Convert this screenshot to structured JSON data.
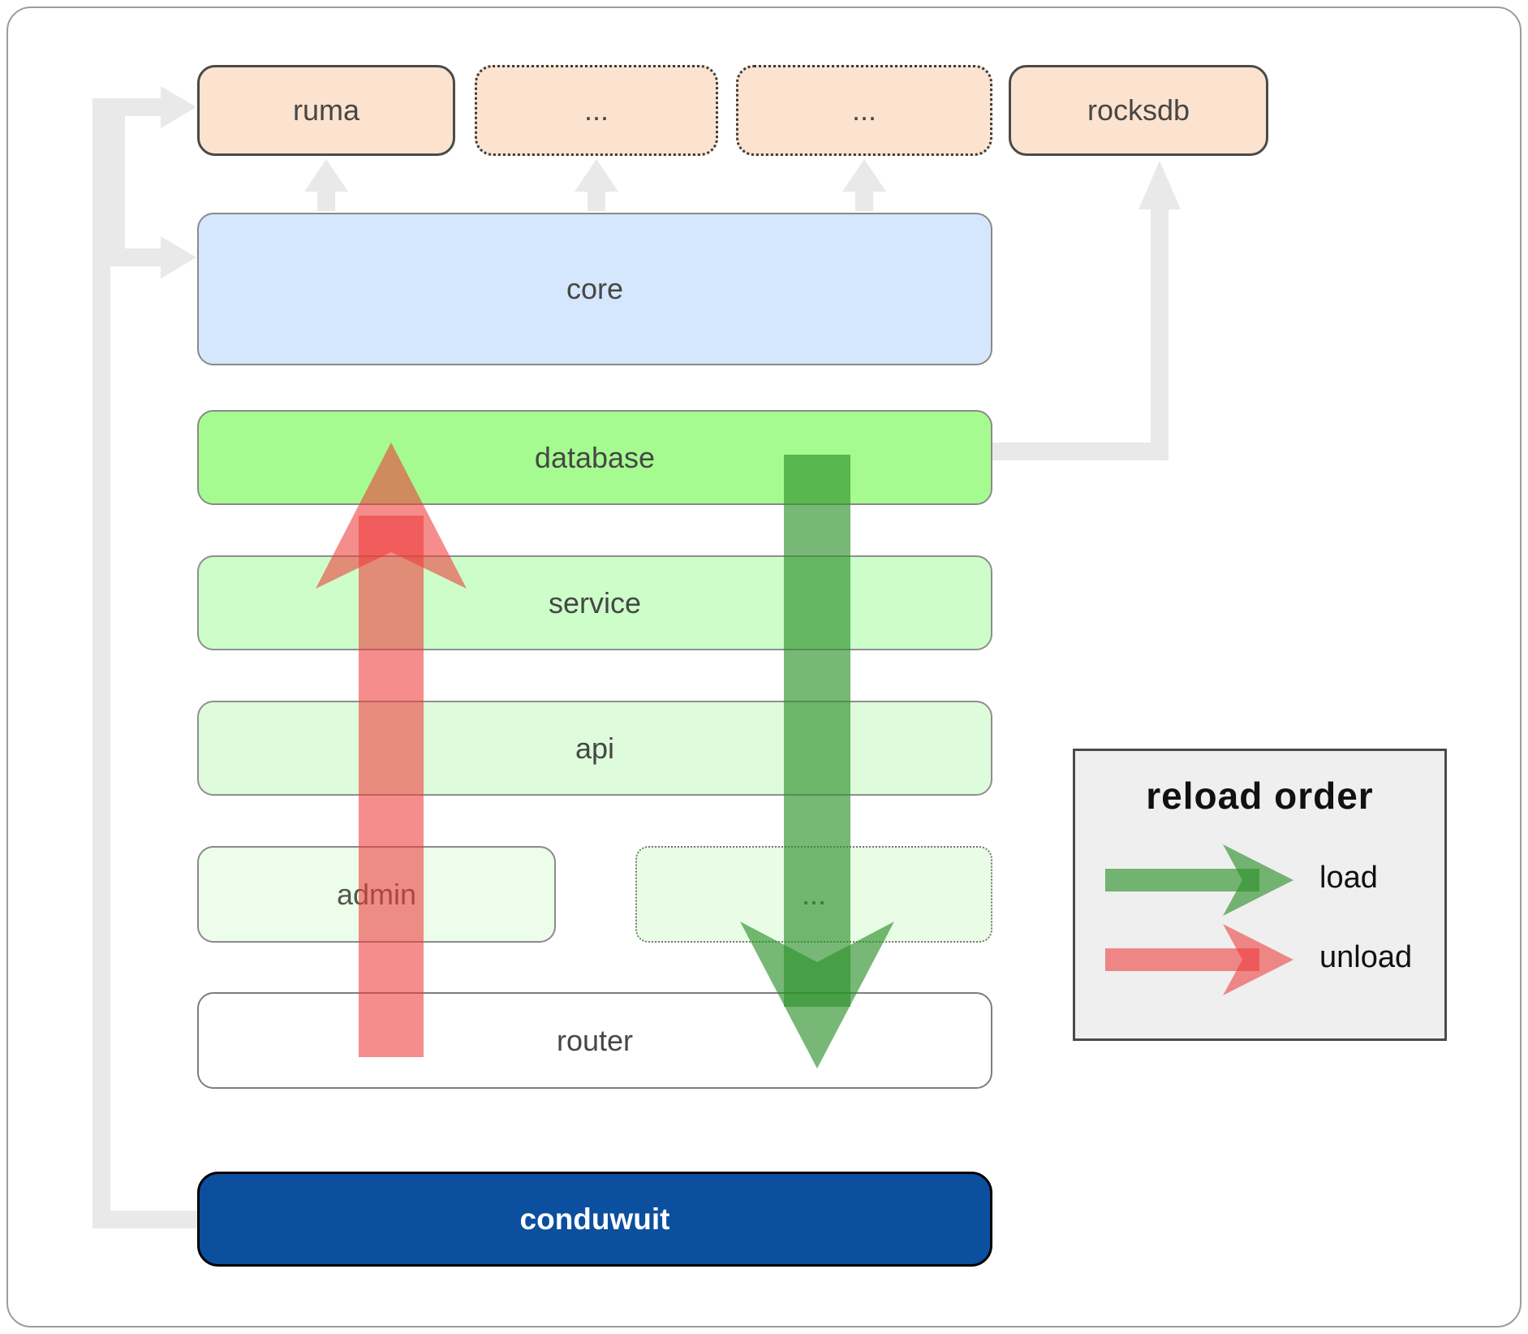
{
  "boxes": {
    "ruma": {
      "label": "ruma"
    },
    "ellipsis_1": {
      "label": "..."
    },
    "ellipsis_2": {
      "label": "..."
    },
    "rocksdb": {
      "label": "rocksdb"
    },
    "core": {
      "label": "core"
    },
    "database": {
      "label": "database"
    },
    "service": {
      "label": "service"
    },
    "api": {
      "label": "api"
    },
    "admin": {
      "label": "admin"
    },
    "admin_ellipsis": {
      "label": "..."
    },
    "router": {
      "label": "router"
    },
    "conduwuit": {
      "label": "conduwuit"
    }
  },
  "legend": {
    "title": "reload order",
    "items": [
      {
        "name": "load",
        "label": "load",
        "color": "#2e922c"
      },
      {
        "name": "unload",
        "label": "unload",
        "color": "#ee3b3b"
      }
    ]
  },
  "colors": {
    "dependency_peach": "#fbe3cf",
    "core_blue": "#d4e7fd",
    "database_green": "#a5fb90",
    "service_green": "#cdfdc9",
    "api_green": "#defcdb",
    "admin_green": "#ecfdea",
    "conduwuit_navy": "#0b4f9e",
    "load_arrow_green": "#2e922c",
    "unload_arrow_red": "#ee3b3b",
    "connector_gray": "#e9e9e9",
    "legend_background": "#efefef"
  }
}
